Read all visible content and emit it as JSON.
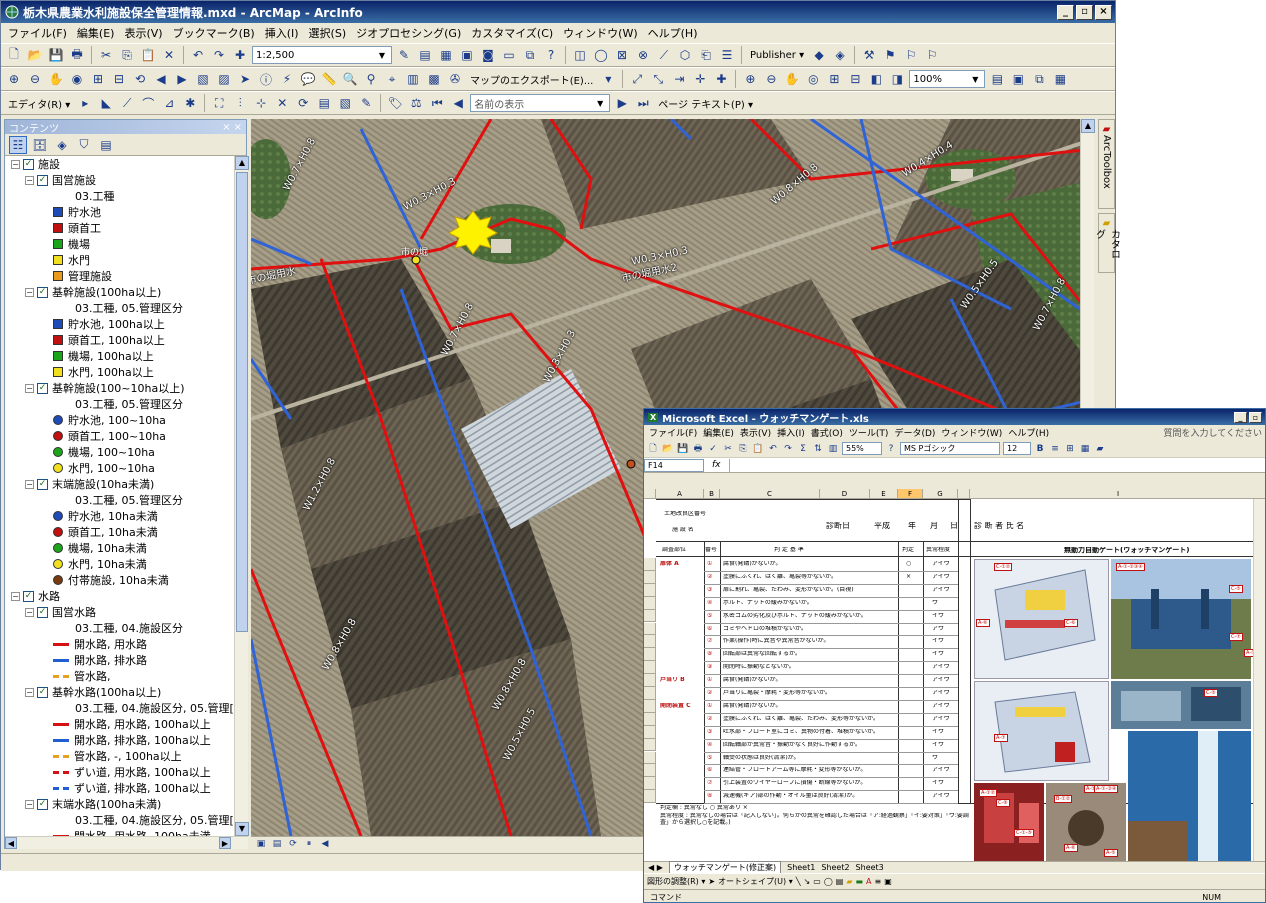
{
  "arcmap": {
    "title": "栃木県農業水利施設保全管理情報.mxd - ArcMap - ArcInfo",
    "window_buttons": [
      "_",
      "▫",
      "×"
    ],
    "menu": [
      "ファイル(F)",
      "編集(E)",
      "表示(V)",
      "ブックマーク(B)",
      "挿入(I)",
      "選択(S)",
      "ジオプロセシング(G)",
      "カスタマイズ(C)",
      "ウィンドウ(W)",
      "ヘルプ(H)"
    ],
    "scale": "1:2,500",
    "toolbar_labels": {
      "publisher": "Publisher ▾",
      "map_export": "マップのエクスポート(E)...",
      "zoom_percent": "100%",
      "editor": "エディタ(R) ▾",
      "name_display": "名前の表示",
      "page_text": "ページ テキスト(P) ▾"
    },
    "toc_header": "コンテンツ",
    "toc_close": "× ×",
    "toc": [
      {
        "level": 0,
        "expand": "⊟",
        "checked": true,
        "label": "施設"
      },
      {
        "level": 1,
        "expand": "⊟",
        "checked": true,
        "label": "国営施設"
      },
      {
        "level": 3,
        "label": "03.工種"
      },
      {
        "level": 3,
        "sym": "square",
        "color": "#1f4bb8",
        "label": "貯水池"
      },
      {
        "level": 3,
        "sym": "square",
        "color": "#c01010",
        "label": "頭首工"
      },
      {
        "level": 3,
        "sym": "square",
        "color": "#1aa51a",
        "label": "機場"
      },
      {
        "level": 3,
        "sym": "square",
        "color": "#f0e020",
        "label": "水門"
      },
      {
        "level": 3,
        "sym": "square",
        "color": "#e89b1c",
        "label": "管理施設"
      },
      {
        "level": 1,
        "expand": "⊟",
        "checked": true,
        "label": "基幹施設(100ha以上)"
      },
      {
        "level": 3,
        "label": "03.工種, 05.管理区分"
      },
      {
        "level": 3,
        "sym": "square",
        "color": "#1f4bb8",
        "label": "貯水池, 100ha以上"
      },
      {
        "level": 3,
        "sym": "square",
        "color": "#c01010",
        "label": "頭首工, 100ha以上"
      },
      {
        "level": 3,
        "sym": "square",
        "color": "#1aa51a",
        "label": "機場, 100ha以上"
      },
      {
        "level": 3,
        "sym": "square",
        "color": "#f0e020",
        "label": "水門, 100ha以上"
      },
      {
        "level": 1,
        "expand": "⊟",
        "checked": true,
        "label": "基幹施設(100~10ha以上)"
      },
      {
        "level": 3,
        "label": "03.工種, 05.管理区分"
      },
      {
        "level": 3,
        "sym": "circle",
        "color": "#1f4bb8",
        "label": "貯水池, 100~10ha"
      },
      {
        "level": 3,
        "sym": "circle",
        "color": "#c01010",
        "label": "頭首工, 100~10ha"
      },
      {
        "level": 3,
        "sym": "circle",
        "color": "#1aa51a",
        "label": "機場, 100~10ha"
      },
      {
        "level": 3,
        "sym": "circle",
        "color": "#f0e020",
        "label": "水門, 100~10ha"
      },
      {
        "level": 1,
        "expand": "⊟",
        "checked": true,
        "label": "末端施設(10ha未満)"
      },
      {
        "level": 3,
        "label": "03.工種, 05.管理区分"
      },
      {
        "level": 3,
        "sym": "circle",
        "color": "#1f4bb8",
        "label": "貯水池, 10ha未満"
      },
      {
        "level": 3,
        "sym": "circle",
        "color": "#c01010",
        "label": "頭首工, 10ha未満"
      },
      {
        "level": 3,
        "sym": "circle",
        "color": "#1aa51a",
        "label": "機場, 10ha未満"
      },
      {
        "level": 3,
        "sym": "circle",
        "color": "#f0e020",
        "label": "水門, 10ha未満"
      },
      {
        "level": 3,
        "sym": "circle",
        "color": "#7a3a10",
        "label": "付帯施設, 10ha未満"
      },
      {
        "level": 0,
        "expand": "⊟",
        "checked": true,
        "label": "水路"
      },
      {
        "level": 1,
        "expand": "⊟",
        "checked": true,
        "label": "国営水路"
      },
      {
        "level": 3,
        "label": "03.工種, 04.施設区分"
      },
      {
        "level": 3,
        "sym": "line",
        "color": "#d81010",
        "label": "開水路, 用水路"
      },
      {
        "level": 3,
        "sym": "line",
        "color": "#1f5fd0",
        "label": "開水路, 排水路"
      },
      {
        "level": 3,
        "sym": "dash",
        "color": "#e8a020",
        "label": "管水路,"
      },
      {
        "level": 1,
        "expand": "⊟",
        "checked": true,
        "label": "基幹水路(100ha以上)"
      },
      {
        "level": 3,
        "label": "03.工種, 04.施設区分, 05.管理["
      },
      {
        "level": 3,
        "sym": "line",
        "color": "#d81010",
        "label": "開水路, 用水路, 100ha以上"
      },
      {
        "level": 3,
        "sym": "line",
        "color": "#1f5fd0",
        "label": "開水路, 排水路, 100ha以上"
      },
      {
        "level": 3,
        "sym": "dash",
        "color": "#e8a020",
        "label": "管水路, -, 100ha以上"
      },
      {
        "level": 3,
        "sym": "dash",
        "color": "#d81010",
        "label": "ずい道, 用水路, 100ha以上"
      },
      {
        "level": 3,
        "sym": "dash",
        "color": "#1f5fd0",
        "label": "ずい道, 排水路, 100ha以上"
      },
      {
        "level": 1,
        "expand": "⊟",
        "checked": true,
        "label": "末端水路(100ha未満)"
      },
      {
        "level": 3,
        "label": "03.工種, 04.施設区分, 05.管理["
      },
      {
        "level": 3,
        "sym": "line",
        "color": "#d81010",
        "label": "開水路, 用水路, 100ha未満"
      },
      {
        "level": 3,
        "sym": "line",
        "color": "#1f5fd0",
        "label": "開水路, 排水路, 100ha未満"
      },
      {
        "level": 3,
        "sym": "dash",
        "color": "#e8a020",
        "label": "管水路, -, 100ha未満"
      },
      {
        "level": 3,
        "sym": "dash",
        "color": "#d81010",
        "label": "ずい道, 用水路, 100ha未満"
      },
      {
        "level": 3,
        "sym": "dash",
        "color": "#1f5fd0",
        "label": "ずい道, 排水路, 100ha未満"
      }
    ],
    "map_labels": [
      "W0.7×H0.8",
      "W0.3×H0.3",
      "W0.8×H0.8",
      "W0.4×H0.4",
      "W0.5×H0.5",
      "W0.3×H0.3",
      "市の堀用水2",
      "W0.7×H0.8",
      "W0.3×H0.3",
      "W0.7×H0.8",
      "W1.2×H0.8",
      "W0.3×H0.3",
      "W0.8×H0.8",
      "W0.8×H0.8",
      "W0.5×H0.5",
      "W0.7×H0.8",
      "市の堀用水"
    ],
    "map_point_label": "市の堀",
    "dock_tabs": [
      "ArcToolbox",
      "カタログ"
    ]
  },
  "excel": {
    "title": "Microsoft Excel - ウォッチマンゲート.xls",
    "menu": [
      "ファイル(F)",
      "編集(E)",
      "表示(V)",
      "挿入(I)",
      "書式(O)",
      "ツール(T)",
      "データ(D)",
      "ウィンドウ(W)",
      "ヘルプ(H)"
    ],
    "help_box": "質問を入力してください",
    "zoom": "55%",
    "font": "MS Pゴシック",
    "font_size": "12",
    "name_box": "F14",
    "fx": "fx",
    "columns": [
      "A",
      "B",
      "C",
      "D",
      "E",
      "F",
      "G",
      "H",
      "I"
    ],
    "header": {
      "facility_no": "土地改良区番号",
      "facility_name": "施 設 名",
      "diag_date": "診断日",
      "era": "平成",
      "year": "年",
      "month": "月",
      "day": "日",
      "diagnoser": "診 断 者 氏 名",
      "col_part": "調査部位",
      "col_no": "番号",
      "col_criteria": "判 定 基 準",
      "col_judge": "判定",
      "col_degree": "異常程度",
      "photo_title": "無動力自動ゲート(ウォッチマンゲート)"
    },
    "rows": [
      {
        "part": "扉体 A",
        "no": "①",
        "text": "腐食(発錆)がないか。",
        "judge": "○",
        "degree": "アイウ"
      },
      {
        "part": "",
        "no": "②",
        "text": "塗膜にふくれ、はく離、亀裂等がないか。",
        "judge": "×",
        "degree": "アイウ"
      },
      {
        "part": "",
        "no": "③",
        "text": "扉に割れ、亀裂、たわみ、変形がないか。(目視)",
        "judge": "",
        "degree": "アイウ"
      },
      {
        "part": "",
        "no": "④",
        "text": "ボルト、ナットの緩みがないか。",
        "judge": "",
        "degree": "ウ"
      },
      {
        "part": "",
        "no": "⑤",
        "text": "水密ゴムの劣化及びボルト、ナットの緩みがないか。",
        "judge": "",
        "degree": "イウ"
      },
      {
        "part": "",
        "no": "⑥",
        "text": "ゴミやヘドロの堆積がないか。",
        "judge": "",
        "degree": "アウ"
      },
      {
        "part": "",
        "no": "⑦",
        "text": "作業(操作)時に異音や異常音がないか。",
        "judge": "",
        "degree": "イウ"
      },
      {
        "part": "",
        "no": "⑧",
        "text": "回転部は異常な回転するか。",
        "judge": "",
        "degree": "イウ"
      },
      {
        "part": "",
        "no": "⑨",
        "text": "開閉時に振動などないか。",
        "judge": "",
        "degree": "アイウ"
      },
      {
        "part": "戸当り B",
        "no": "①",
        "text": "腐食(発錆)がないか。",
        "judge": "",
        "degree": "アイウ"
      },
      {
        "part": "",
        "no": "②",
        "text": "戸当りに亀裂・摩耗・変形等がないか。",
        "judge": "",
        "degree": "アイウ"
      },
      {
        "part": "開閉装置 C",
        "no": "①",
        "text": "腐食(発錆)がないか。",
        "judge": "",
        "degree": "アイウ"
      },
      {
        "part": "",
        "no": "②",
        "text": "塗膜にふくれ、はく離、亀裂、たわみ、変形等がないか。",
        "judge": "",
        "degree": "アイウ"
      },
      {
        "part": "",
        "no": "③",
        "text": "吐水部・フロート室にゴミ、異物の付着、堆積がないか。",
        "judge": "",
        "degree": "イウ"
      },
      {
        "part": "",
        "no": "④",
        "text": "回転軸部が異常音・振動がなく良好に作動するか。",
        "judge": "",
        "degree": "イウ"
      },
      {
        "part": "",
        "no": "⑤",
        "text": "軸受の状態は良好(清潔)か。",
        "judge": "",
        "degree": "ウ"
      },
      {
        "part": "",
        "no": "⑥",
        "text": "連結管・フロートアーム等に摩耗・変形等がないか。",
        "judge": "",
        "degree": "アイウ"
      },
      {
        "part": "",
        "no": "⑦",
        "text": "引上装置のワイヤーロープに損傷・断線等がないか。",
        "judge": "",
        "degree": "イウ"
      },
      {
        "part": "",
        "no": "⑧",
        "text": "減速機(ギア)部の作動・オイル量は良好(清潔)か。",
        "judge": "",
        "degree": "アイウ"
      }
    ],
    "note_line1": "判定欄 : 異常なし ○  異常あり ×",
    "note_line2": "異常程度 : 異常なしの場合は「記入しない」。何らかの異常を確認した場合は「ア:経過観察」「イ:要対策」「ウ:要調査」から選択し○を記載。)",
    "photo_tags": [
      "C-①②",
      "A-①-②③④",
      "C-⑤",
      "A-⑥",
      "C-⑥",
      "C-⑦",
      "A-②",
      "C-⑤",
      "A-⑦",
      "A-①②",
      "C-⑧",
      "B-①②",
      "A-①",
      "C-①-⑤",
      "A-⑥",
      "A-⑤",
      "A-①-③④"
    ],
    "sheet_tabs": [
      "ウォッチマンゲート(修正案)",
      "Sheet1",
      "Sheet2",
      "Sheet3"
    ],
    "drawbar": {
      "draw": "図形の調整(R) ▾",
      "autoshape": "オートシェイプ(U) ▾"
    },
    "status_left": "コマンド",
    "status_right": "NUM"
  }
}
